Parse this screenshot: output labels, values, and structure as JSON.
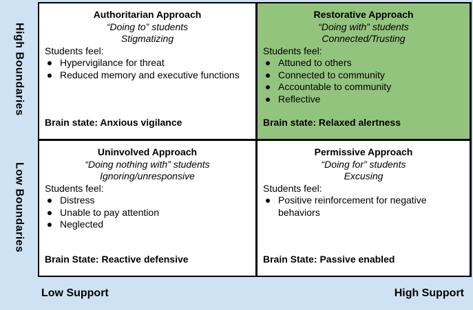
{
  "axes": {
    "y_top": "High Boundaries",
    "y_bottom": "Low Boundaries",
    "x_left": "Low Support",
    "x_right": "High Support"
  },
  "colors": {
    "background": "#cfe2f3",
    "highlight": "#93c47d",
    "grid_line": "#000000"
  },
  "quadrants": {
    "top_left": {
      "title": "Authoritarian Approach",
      "subtitle": "“Doing to” students",
      "descriptor": "Stigmatizing",
      "feel_label": "Students feel:",
      "items": [
        "Hypervigilance for threat",
        "Reduced memory and executive functions"
      ],
      "brain_state": "Brain state: Anxious vigilance"
    },
    "top_right": {
      "title": "Restorative Approach",
      "subtitle": "“Doing with” students",
      "descriptor": "Connected/Trusting",
      "feel_label": "Students feel:",
      "items": [
        "Attuned to others",
        "Connected to community",
        "Accountable to community",
        "Reflective"
      ],
      "brain_state": "Brain state: Relaxed alertness"
    },
    "bottom_left": {
      "title": "Uninvolved Approach",
      "subtitle": "“Doing nothing with” students",
      "descriptor": "Ignoring/unresponsive",
      "feel_label": "Students feel:",
      "items": [
        "Distress",
        "Unable to pay attention",
        "Neglected"
      ],
      "brain_state": "Brain State: Reactive defensive"
    },
    "bottom_right": {
      "title": "Permissive Approach",
      "subtitle": "“Doing for” students",
      "descriptor": "Excusing",
      "feel_label": "Students feel:",
      "items": [
        "Positive reinforcement for negative behaviors"
      ],
      "brain_state": "Brain State: Passive enabled"
    }
  }
}
